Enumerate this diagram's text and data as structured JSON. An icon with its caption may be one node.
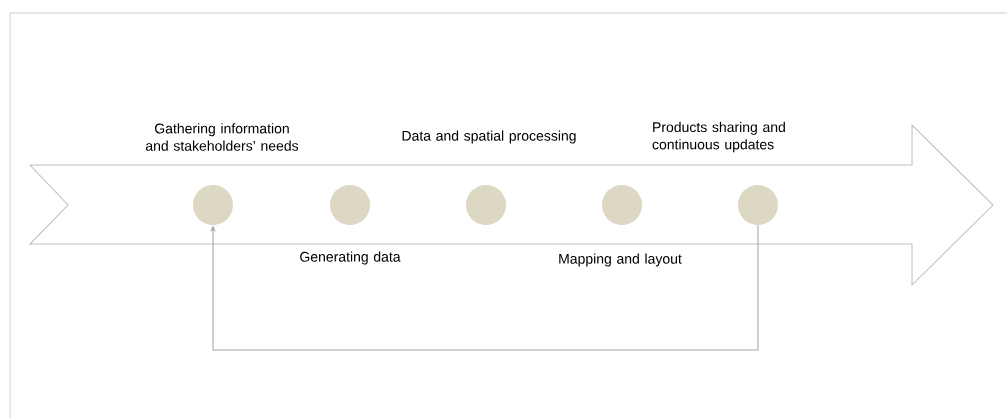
{
  "diagram": {
    "nodes": [
      {
        "text": [],
        "shape": "circle",
        "beside": [
          "Gathering information and stakeholders’ needs"
        ]
      },
      {
        "text": [],
        "shape": "circle",
        "beside": [
          "Generating data"
        ]
      },
      {
        "text": [],
        "shape": "circle",
        "beside": [
          "Data and spatial processing"
        ]
      },
      {
        "text": [],
        "shape": "circle",
        "beside": [
          "Mapping and layout"
        ]
      },
      {
        "text": [],
        "shape": "circle",
        "beside": [
          "Products sharing and continuous updates"
        ]
      }
    ],
    "edges": [
      {
        "from": 4,
        "to": 0,
        "arrow": "to"
      }
    ]
  }
}
